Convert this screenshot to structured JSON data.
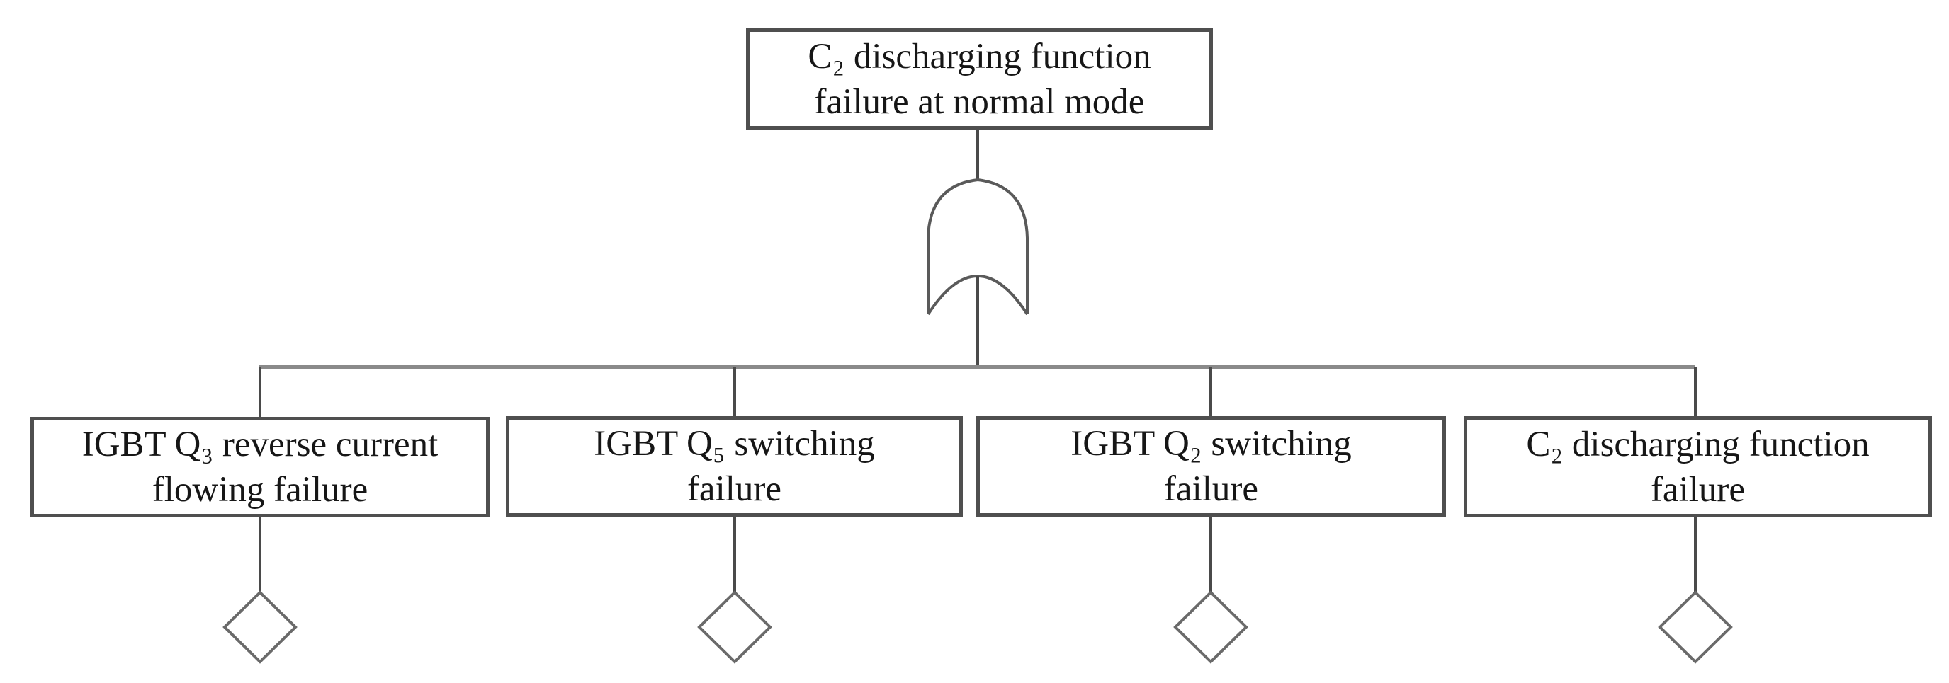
{
  "diagram_type": "fault-tree",
  "colors": {
    "background": "#ffffff",
    "box_border": "#4f4f4f",
    "connector_line": "#4a4a4a",
    "bus_line": "#8a8a8a",
    "gate_outline": "#5a5a5a",
    "diamond_outline": "#6a6a6a",
    "text": "#161616"
  },
  "top_event": {
    "line1": "C₂ discharging function",
    "line2": "failure at normal mode",
    "label": "C₂ discharging function failure at normal mode"
  },
  "gate": {
    "type": "OR",
    "symbol": "or-gate"
  },
  "events": [
    {
      "line1": "IGBT Q₃ reverse current",
      "line2": "flowing failure",
      "label": "IGBT Q₃ reverse current flowing failure",
      "symbol": "undeveloped-event-diamond"
    },
    {
      "line1": "IGBT Q₅ switching",
      "line2": "failure",
      "label": "IGBT Q₅ switching failure",
      "symbol": "undeveloped-event-diamond"
    },
    {
      "line1": "IGBT Q₂ switching",
      "line2": "failure",
      "label": "IGBT Q₂ switching failure",
      "symbol": "undeveloped-event-diamond"
    },
    {
      "line1": "C₂ discharging function",
      "line2": "failure",
      "label": "C₂ discharging function failure",
      "symbol": "undeveloped-event-diamond"
    }
  ],
  "connections": {
    "gate_type": "OR",
    "parent": "top_event",
    "children_count": 4
  }
}
